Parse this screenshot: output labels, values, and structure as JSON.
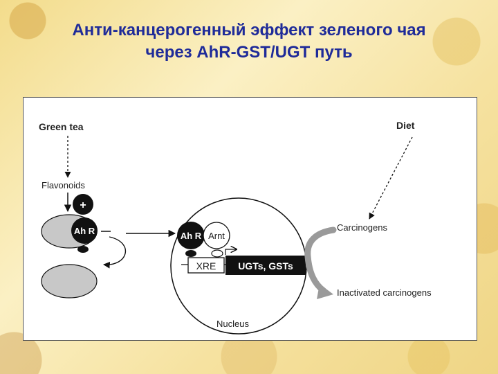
{
  "slide": {
    "title_line1": "Анти-канцерогенный эффект зеленого чая",
    "title_line2": "через AhR-GST/UGT путь"
  },
  "diagram": {
    "green_tea": "Green tea",
    "flavonoids": "Flavonoids",
    "plus": "+",
    "ahr": "Ah R",
    "ahr_nucleus": "Ah R",
    "arnt": "Arnt",
    "xre": "XRE",
    "ugts_gsts": "UGTs, GSTs",
    "diet": "Diet",
    "carcinogens": "Carcinogens",
    "inactivated": "Inactivated carcinogens",
    "nucleus": "Nucleus"
  },
  "colors": {
    "title": "#1f2b99",
    "ellipse_fill": "#c8c8c8",
    "dark": "#111111",
    "arrow_grey": "#9a9a9a"
  }
}
